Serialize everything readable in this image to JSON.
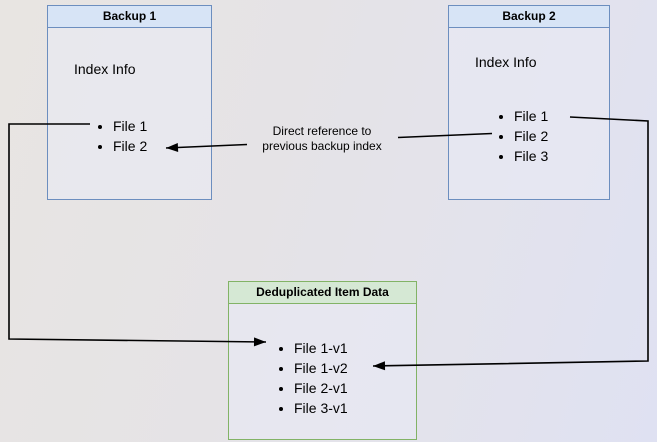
{
  "diagram": {
    "backup1": {
      "title": "Backup 1",
      "section": "Index Info",
      "items": [
        "File 1",
        "File 2"
      ]
    },
    "backup2": {
      "title": "Backup 2",
      "section": "Index Info",
      "items": [
        "File 1",
        "File 2",
        "File 3"
      ]
    },
    "dedup": {
      "title": "Deduplicated Item Data",
      "items": [
        "File 1-v1",
        "File 1-v2",
        "File 2-v1",
        "File 3-v1"
      ]
    },
    "edge_label": {
      "line1": "Direct reference to",
      "line2": "previous backup index"
    }
  },
  "colors": {
    "blue_border": "#6c8ebf",
    "blue_header_fill": "#d7e4f6",
    "green_border": "#82b366",
    "green_header_fill": "#d5e8d4",
    "node_body_fill": "#e9ebf6",
    "arrow": "#000000",
    "background_start": "#e8e5e2",
    "background_end": "#dfe1f2"
  }
}
